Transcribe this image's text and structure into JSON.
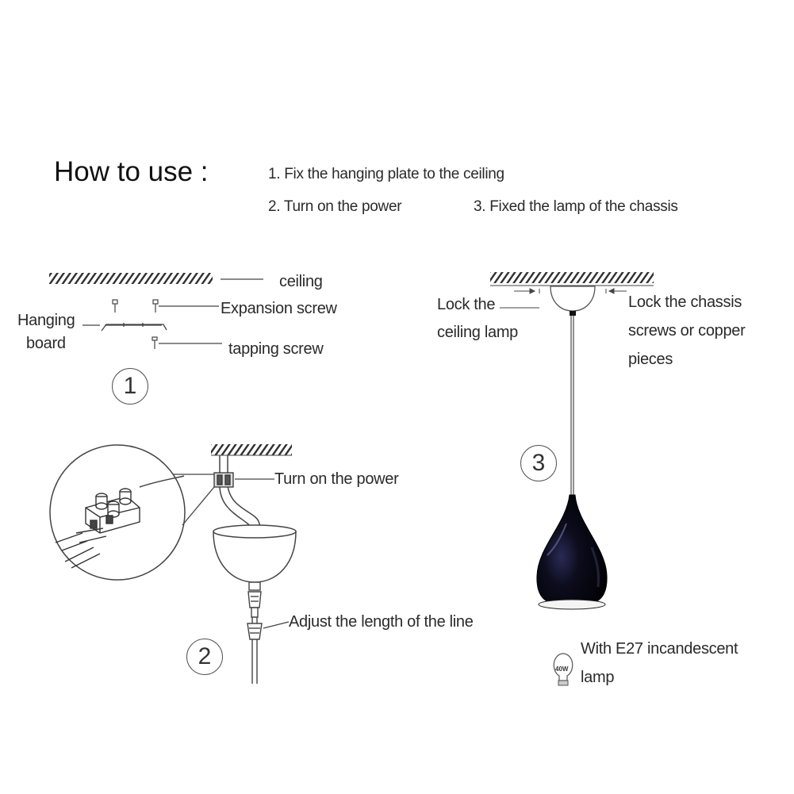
{
  "header": {
    "title": "How to use :",
    "steps": [
      "1. Fix the hanging plate to the ceiling",
      "2. Turn on the power",
      "3. Fixed the lamp of the chassis"
    ]
  },
  "step1": {
    "number": "1",
    "labels": {
      "ceiling": "ceiling",
      "expansion_screw": "Expansion screw",
      "hanging_board_line1": "Hanging",
      "hanging_board_line2": "board",
      "tapping_screw": "tapping screw"
    }
  },
  "step2": {
    "number": "2",
    "labels": {
      "turn_on_power": "Turn on the power",
      "adjust_length": "Adjust the length of the line"
    }
  },
  "step3": {
    "number": "3",
    "labels": {
      "lock_ceiling_line1": "Lock the",
      "lock_ceiling_line2": "ceiling lamp",
      "lock_chassis_line1": "Lock the chassis",
      "lock_chassis_line2": "screws or copper",
      "lock_chassis_line3": "pieces",
      "bulb_line1": "With E27 incandescent",
      "bulb_line2": "lamp",
      "bulb_wattage": "40W"
    }
  },
  "colors": {
    "line": "#444444",
    "shade": "#0a0a14",
    "shade_highlight": "#3a3a6a"
  }
}
